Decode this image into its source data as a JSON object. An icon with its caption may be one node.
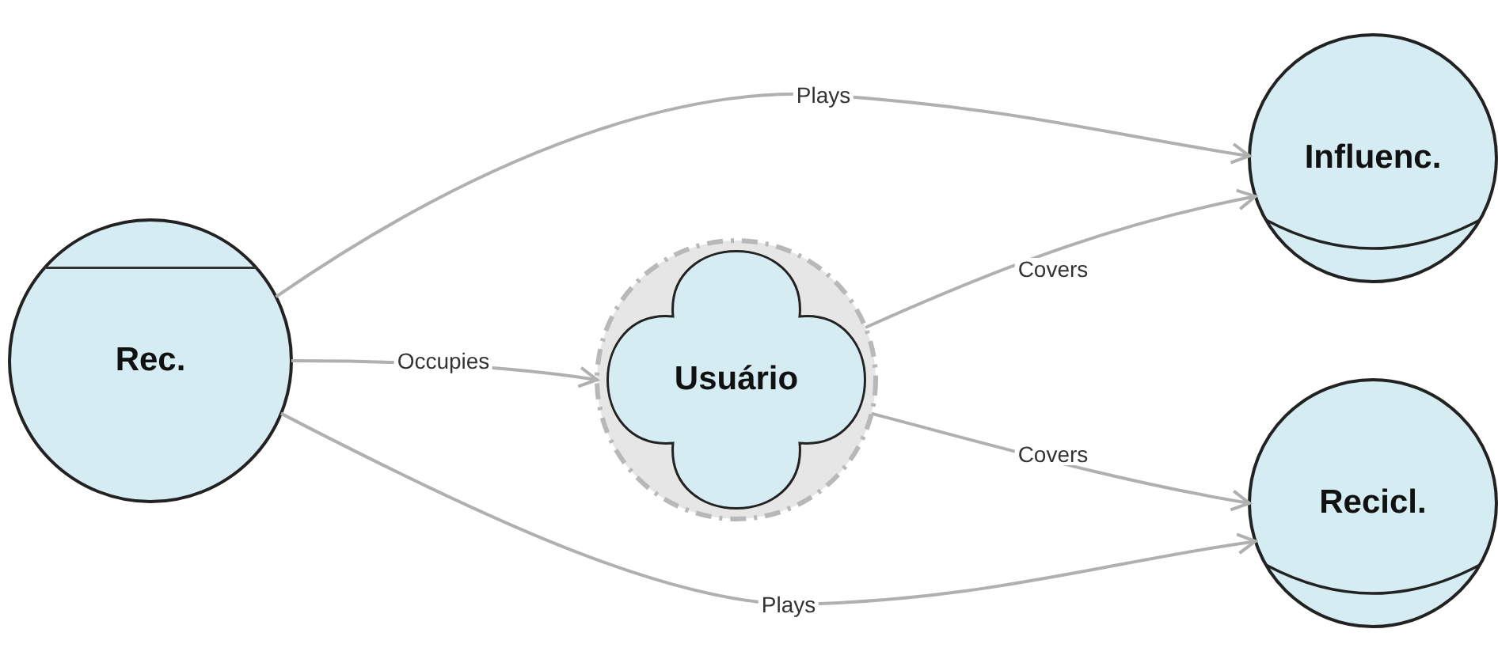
{
  "diagram": {
    "nodes": [
      {
        "text": [
          "Rec."
        ]
      },
      {
        "text": [
          "Usuário"
        ]
      },
      {
        "text": [
          "Influenc."
        ]
      },
      {
        "text": [
          "Recicl."
        ]
      }
    ],
    "edges": [
      {
        "from": 0,
        "to": 2,
        "arrow": "to",
        "label": "Plays"
      },
      {
        "from": 0,
        "to": 1,
        "arrow": "to",
        "label": "Occupies"
      },
      {
        "from": 1,
        "to": 2,
        "arrow": "to",
        "label": "Covers"
      },
      {
        "from": 1,
        "to": 3,
        "arrow": "to",
        "label": "Covers"
      },
      {
        "from": 0,
        "to": 3,
        "arrow": "to",
        "label": "Plays"
      }
    ]
  }
}
